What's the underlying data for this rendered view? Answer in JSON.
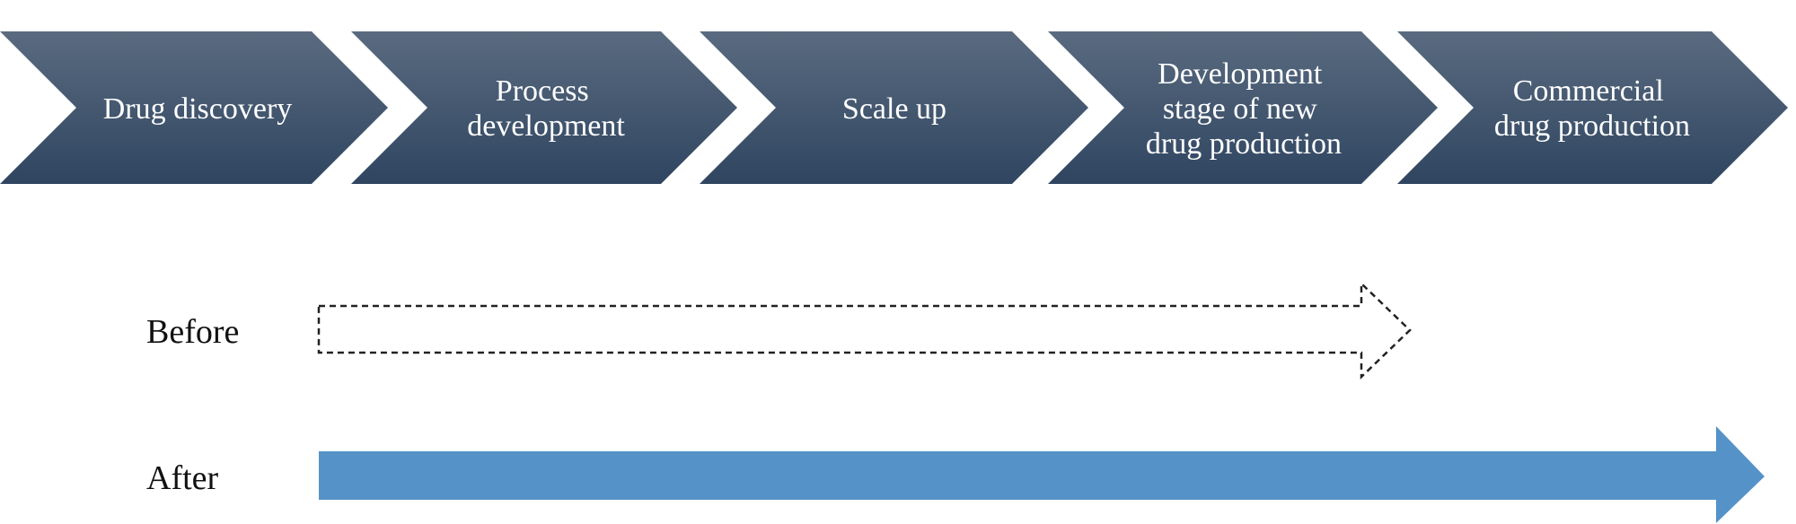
{
  "stages": [
    {
      "lines": [
        "Drug discovery"
      ]
    },
    {
      "lines": [
        "Process",
        "development"
      ]
    },
    {
      "lines": [
        "Scale up"
      ]
    },
    {
      "lines": [
        "Development",
        "stage of new",
        "drug production"
      ]
    },
    {
      "lines": [
        "Commercial",
        "drug production"
      ]
    }
  ],
  "rows": [
    {
      "label": "Before",
      "style": "dashed-outline",
      "extends_through_stage": 4
    },
    {
      "label": "After",
      "style": "solid",
      "color": "#5592c8",
      "extends_through_stage": 5
    }
  ],
  "colors": {
    "chevron_top": "#5a6b80",
    "chevron_bottom": "#2f4560",
    "before_outline": "#222222",
    "after_fill": "#5592c8"
  }
}
